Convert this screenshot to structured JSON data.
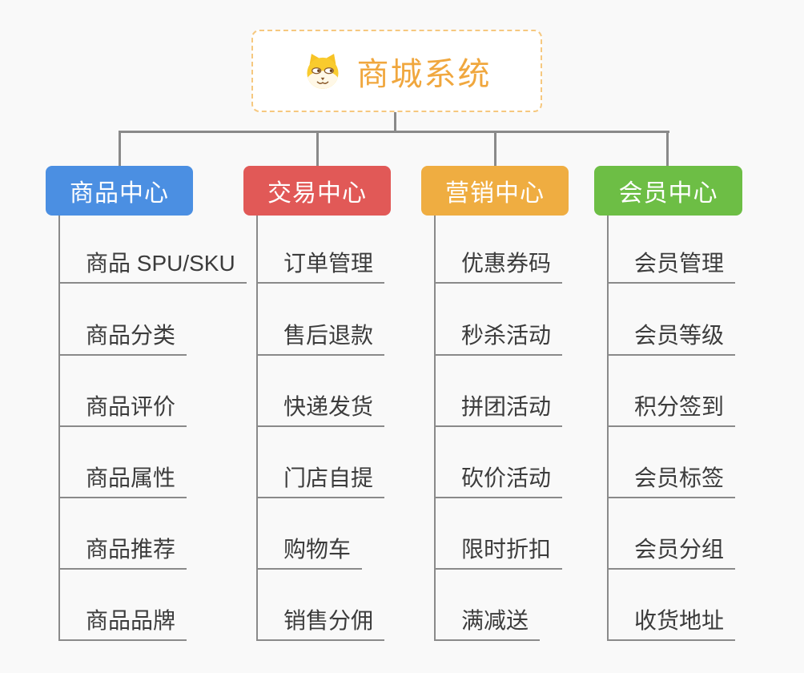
{
  "colors": {
    "background": "#F9F9F9",
    "connector": "#8A8A8A",
    "leaf_text": "#3C3C3C"
  },
  "root": {
    "title": "商城系统",
    "icon": "shiba-dog-icon",
    "text_color": "#F0A73E",
    "border_color": "#F6C87F"
  },
  "branches": [
    {
      "label": "商品中心",
      "color": "#4B8FE2",
      "items": [
        "商品 SPU/SKU",
        "商品分类",
        "商品评价",
        "商品属性",
        "商品推荐",
        "商品品牌"
      ]
    },
    {
      "label": "交易中心",
      "color": "#E15957",
      "items": [
        "订单管理",
        "售后退款",
        "快递发货",
        "门店自提",
        "购物车",
        "销售分佣"
      ]
    },
    {
      "label": "营销中心",
      "color": "#EFAD41",
      "items": [
        "优惠券码",
        "秒杀活动",
        "拼团活动",
        "砍价活动",
        "限时折扣",
        "满减送"
      ]
    },
    {
      "label": "会员中心",
      "color": "#6DBE45",
      "items": [
        "会员管理",
        "会员等级",
        "积分签到",
        "会员标签",
        "会员分组",
        "收货地址"
      ]
    }
  ]
}
